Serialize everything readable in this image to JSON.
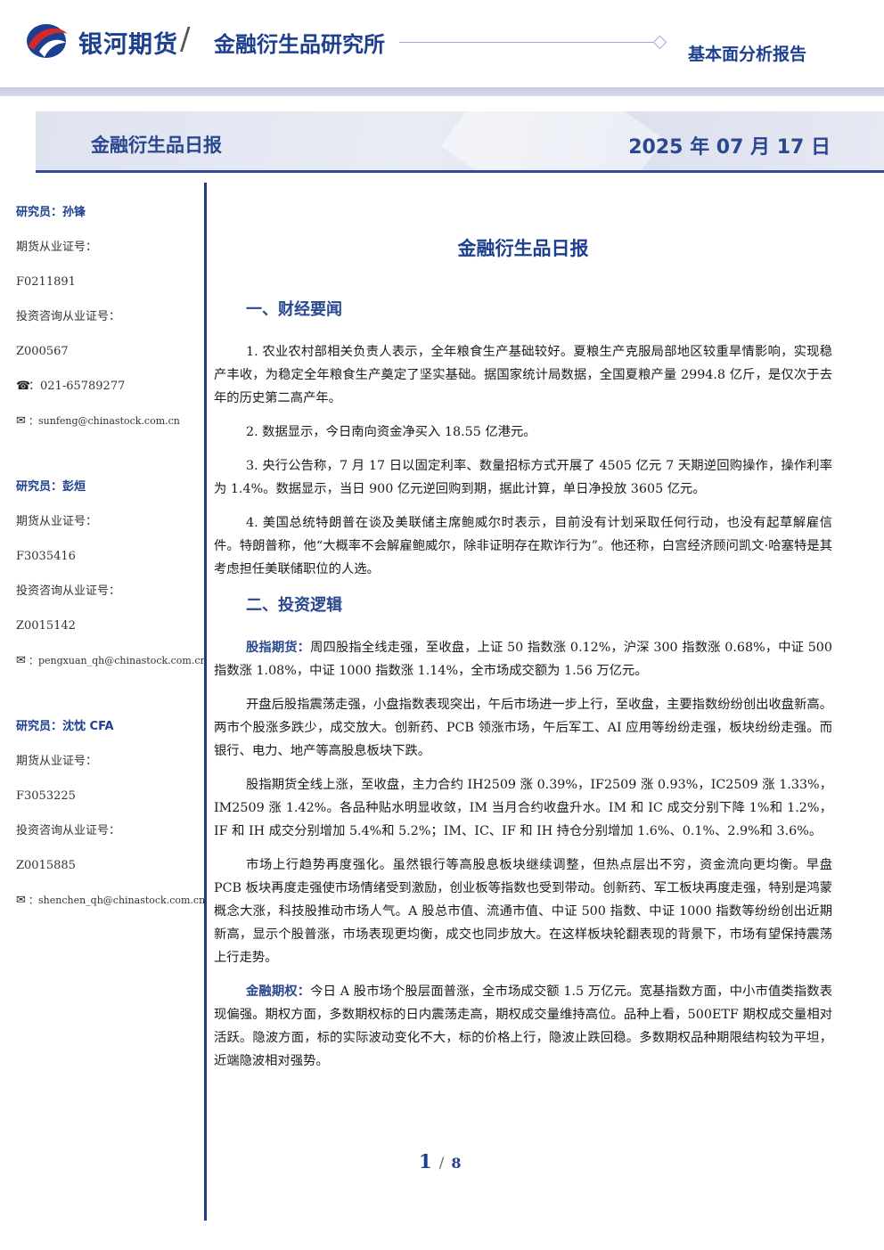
{
  "header": {
    "brand": "银河期货",
    "slash": "/",
    "institute": "金融衍生品研究所",
    "report_type": "基本面分析报告"
  },
  "banner": {
    "title": "金融衍生品日报",
    "date": "2025 年 07 月 17 日"
  },
  "analysts": [
    {
      "name": "研究员：孙锋",
      "futures_label": "期货从业证号：",
      "futures_no": "F0211891",
      "advisory_label": "投资咨询从业证号：",
      "advisory_no": "Z000567",
      "phone": "：021-65789277",
      "email": "：sunfeng@chinastock.com.cn"
    },
    {
      "name": "研究员：彭烜",
      "futures_label": "期货从业证号：",
      "futures_no": "F3035416",
      "advisory_label": "投资咨询从业证号：",
      "advisory_no": "Z0015142",
      "email": "：pengxuan_qh@chinastock.com.cn"
    },
    {
      "name": "研究员：沈忱 CFA",
      "futures_label": "期货从业证号：",
      "futures_no": "F3053225",
      "advisory_label": "投资咨询从业证号：",
      "advisory_no": "Z0015885",
      "email": "：shenchen_qh@chinastock.com.cn"
    }
  ],
  "icons": {
    "phone": "phone-icon",
    "email": "envelope-icon"
  },
  "main": {
    "title": "金融衍生品日报",
    "section1": {
      "heading": "一、财经要闻",
      "paras": [
        "1. 农业农村部相关负责人表示，全年粮食生产基础较好。夏粮生产克服局部地区较重旱情影响，实现稳产丰收，为稳定全年粮食生产奠定了坚实基础。据国家统计局数据，全国夏粮产量 2994.8 亿斤，是仅次于去年的历史第二高产年。",
        "2. 数据显示，今日南向资金净买入 18.55 亿港元。",
        "3. 央行公告称，7 月 17 日以固定利率、数量招标方式开展了 4505 亿元 7 天期逆回购操作，操作利率为 1.4%。数据显示，当日 900 亿元逆回购到期，据此计算，单日净投放 3605 亿元。",
        "4. 美国总统特朗普在谈及美联储主席鲍威尔时表示，目前没有计划采取任何行动，也没有起草解雇信件。特朗普称，他“大概率不会解雇鲍威尔，除非证明存在欺诈行为”。他还称，白宫经济顾问凯文·哈塞特是其考虑担任美联储职位的人选。"
      ]
    },
    "section2": {
      "heading": "二、投资逻辑",
      "p1_lead": "股指期货：",
      "p1_text": "周四股指全线走强，至收盘，上证 50 指数涨 0.12%，沪深 300 指数涨 0.68%，中证 500 指数涨 1.08%，中证 1000 指数涨 1.14%，全市场成交额为 1.56 万亿元。",
      "p2": "开盘后股指震荡走强，小盘指数表现突出，午后市场进一步上行，至收盘，主要指数纷纷创出收盘新高。两市个股涨多跌少，成交放大。创新药、PCB 领涨市场，午后军工、AI 应用等纷纷走强，板块纷纷走强。而银行、电力、地产等高股息板块下跌。",
      "p3": "股指期货全线上涨，至收盘，主力合约 IH2509 涨 0.39%，IF2509 涨 0.93%，IC2509 涨 1.33%，IM2509 涨 1.42%。各品种贴水明显收敛，IM 当月合约收盘升水。IM 和 IC 成交分别下降 1%和 1.2%，IF 和 IH 成交分别增加 5.4%和 5.2%；IM、IC、IF 和 IH 持仓分别增加 1.6%、0.1%、2.9%和 3.6%。",
      "p4": "市场上行趋势再度强化。虽然银行等高股息板块继续调整，但热点层出不穷，资金流向更均衡。早盘 PCB 板块再度走强使市场情绪受到激励，创业板等指数也受到带动。创新药、军工板块再度走强，特别是鸿蒙概念大涨，科技股推动市场人气。A 股总市值、流通市值、中证 500 指数、中证 1000 指数等纷纷创出近期新高，显示个股普涨，市场表现更均衡，成交也同步放大。在这样板块轮翻表现的背景下，市场有望保持震荡上行走势。",
      "p5_lead": "金融期权：",
      "p5_text": "今日 A 股市场个股层面普涨，全市场成交额 1.5 万亿元。宽基指数方面，中小市值类指数表现偏强。期权方面，多数期权标的日内震荡走高，期权成交量维持高位。品种上看，500ETF 期权成交量相对活跃。隐波方面，标的实际波动变化不大，标的价格上行，隐波止跌回稳。多数期权品种期限结构较为平坦，近端隐波相对强势。"
    }
  },
  "footer": {
    "page": "1",
    "sep": "/",
    "total": "8"
  },
  "colors": {
    "brand_blue": "#1d3f8f",
    "logo_red": "#d42a2a",
    "rule_blue": "#223a86"
  }
}
